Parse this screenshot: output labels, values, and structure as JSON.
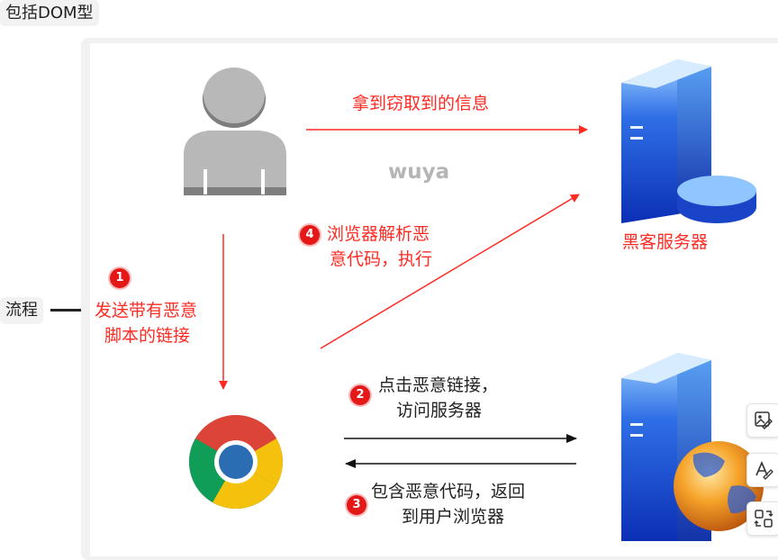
{
  "header": {
    "section_label": "包括DOM型"
  },
  "outline": {
    "node_label": "流程"
  },
  "diagram": {
    "watermark": "wuya",
    "hacker_server_label": "黑客服务器",
    "stolen_info_label": "拿到窃取到的信息",
    "steps": [
      {
        "number": "1",
        "lines": [
          "发送带有恶意",
          "脚本的链接"
        ]
      },
      {
        "number": "2",
        "lines": [
          "点击恶意链接，",
          "访问服务器"
        ]
      },
      {
        "number": "3",
        "lines": [
          "包含恶意代码，返回",
          "到用户浏览器"
        ]
      },
      {
        "number": "4",
        "lines": [
          "浏览器解析恶",
          "意代码，执行"
        ]
      }
    ]
  },
  "toolbar": {
    "icons": [
      "image-edit-icon",
      "text-edit-icon",
      "swap-icon"
    ]
  },
  "colors": {
    "accent_red": "#ff2a22",
    "server_blue": "#1d4fd8",
    "arrow_dark": "#111111"
  }
}
